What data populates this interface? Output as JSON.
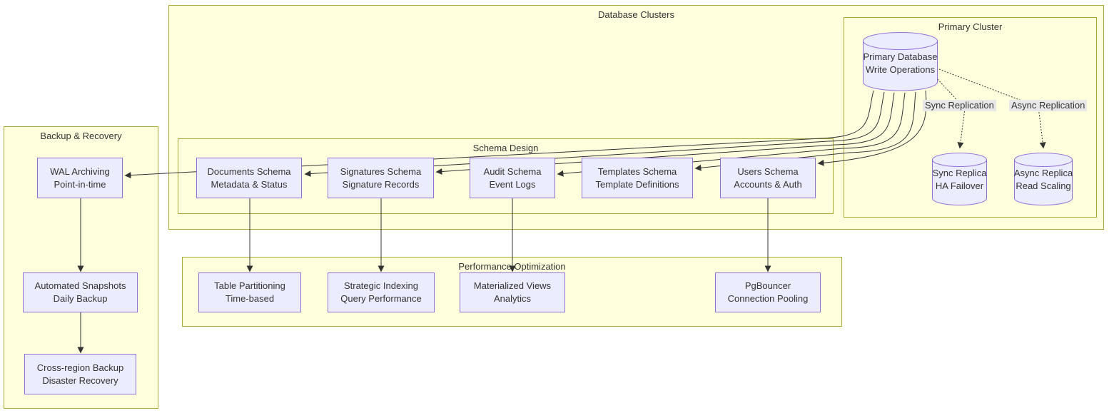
{
  "containers": {
    "database_clusters": {
      "title": "Database Clusters"
    },
    "primary_cluster": {
      "title": "Primary Cluster"
    },
    "schema_design": {
      "title": "Schema Design"
    },
    "backup_recovery": {
      "title": "Backup & Recovery"
    },
    "performance_opt": {
      "title": "Performance Optimization"
    }
  },
  "nodes": {
    "primary_db": {
      "line1": "Primary Database",
      "line2": "Write Operations",
      "shape": "cylinder"
    },
    "sync_replica": {
      "line1": "Sync Replica",
      "line2": "HA Failover",
      "shape": "cylinder"
    },
    "async_replica": {
      "line1": "Async Replica",
      "line2": "Read Scaling",
      "shape": "cylinder"
    },
    "documents_schema": {
      "line1": "Documents Schema",
      "line2": "Metadata & Status",
      "shape": "rect"
    },
    "signatures_schema": {
      "line1": "Signatures Schema",
      "line2": "Signature Records",
      "shape": "rect"
    },
    "audit_schema": {
      "line1": "Audit Schema",
      "line2": "Event Logs",
      "shape": "rect"
    },
    "templates_schema": {
      "line1": "Templates Schema",
      "line2": "Template Definitions",
      "shape": "rect"
    },
    "users_schema": {
      "line1": "Users Schema",
      "line2": "Accounts & Auth",
      "shape": "rect"
    },
    "wal_archiving": {
      "line1": "WAL Archiving",
      "line2": "Point-in-time",
      "shape": "rect"
    },
    "automated_snapshots": {
      "line1": "Automated Snapshots",
      "line2": "Daily Backup",
      "shape": "rect"
    },
    "cross_region_backup": {
      "line1": "Cross-region Backup",
      "line2": "Disaster Recovery",
      "shape": "rect"
    },
    "table_partitioning": {
      "line1": "Table Partitioning",
      "line2": "Time-based",
      "shape": "rect"
    },
    "strategic_indexing": {
      "line1": "Strategic Indexing",
      "line2": "Query Performance",
      "shape": "rect"
    },
    "materialized_views": {
      "line1": "Materialized Views",
      "line2": "Analytics",
      "shape": "rect"
    },
    "pgbouncer": {
      "line1": "PgBouncer",
      "line2": "Connection Pooling",
      "shape": "rect"
    }
  },
  "edge_labels": {
    "sync": "Sync Replication",
    "async": "Async Replication"
  },
  "edges": [
    {
      "from": "primary_db",
      "to": "users_schema",
      "style": "solid"
    },
    {
      "from": "primary_db",
      "to": "templates_schema",
      "style": "solid"
    },
    {
      "from": "primary_db",
      "to": "audit_schema",
      "style": "solid"
    },
    {
      "from": "primary_db",
      "to": "signatures_schema",
      "style": "solid"
    },
    {
      "from": "primary_db",
      "to": "documents_schema",
      "style": "solid"
    },
    {
      "from": "primary_db",
      "to": "wal_archiving",
      "style": "solid"
    },
    {
      "from": "primary_db",
      "to": "sync_replica",
      "style": "dotted",
      "label": "Sync Replication"
    },
    {
      "from": "primary_db",
      "to": "async_replica",
      "style": "dotted",
      "label": "Async Replication"
    },
    {
      "from": "documents_schema",
      "to": "table_partitioning",
      "style": "solid"
    },
    {
      "from": "signatures_schema",
      "to": "strategic_indexing",
      "style": "solid"
    },
    {
      "from": "audit_schema",
      "to": "materialized_views",
      "style": "solid"
    },
    {
      "from": "users_schema",
      "to": "pgbouncer",
      "style": "solid"
    },
    {
      "from": "wal_archiving",
      "to": "automated_snapshots",
      "style": "solid"
    },
    {
      "from": "automated_snapshots",
      "to": "cross_region_backup",
      "style": "solid"
    }
  ],
  "colors": {
    "container_fill": "#ffffde",
    "container_border": "#aaaa33",
    "node_fill": "#ECECFF",
    "node_border": "#9370DB",
    "edge": "#333333",
    "edge_label_bg": "#e8e8e8",
    "text": "#333333"
  }
}
